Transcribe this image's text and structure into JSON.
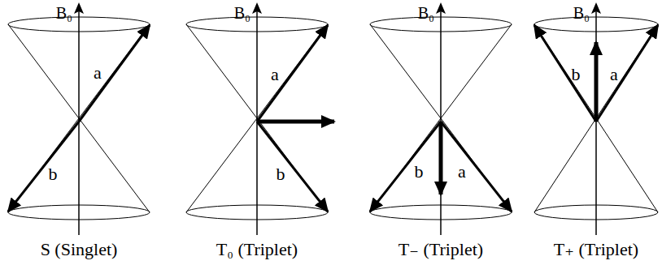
{
  "diagram": {
    "labels": [
      "B₀",
      "a",
      "b",
      "S (Singlet)",
      "B₀",
      "a",
      "b",
      "T₀ (Triplet)",
      "B₀",
      "b",
      "a",
      "T₋ (Triplet)",
      "B₀",
      "b",
      "a",
      "T₊ (Triplet)"
    ]
  }
}
